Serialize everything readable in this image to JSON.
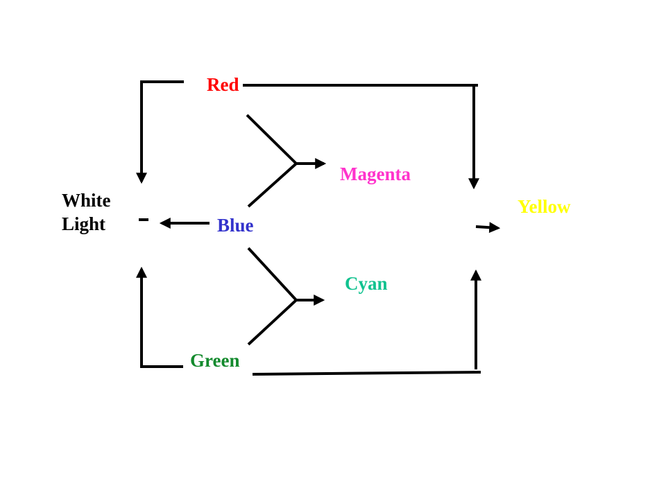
{
  "diagram": {
    "white_light": {
      "line1": "White",
      "line2": "Light"
    },
    "colors": {
      "red": {
        "label": "Red",
        "color": "#ff0000"
      },
      "magenta": {
        "label": "Magenta",
        "color": "#ff33cc"
      },
      "yellow": {
        "label": "Yellow",
        "color": "#ffff00"
      },
      "blue": {
        "label": "Blue",
        "color": "#3333cc"
      },
      "cyan": {
        "label": "Cyan",
        "color": "#11c28f"
      },
      "green": {
        "label": "Green",
        "color": "#138a2d"
      }
    },
    "connector_color": "#000000"
  }
}
